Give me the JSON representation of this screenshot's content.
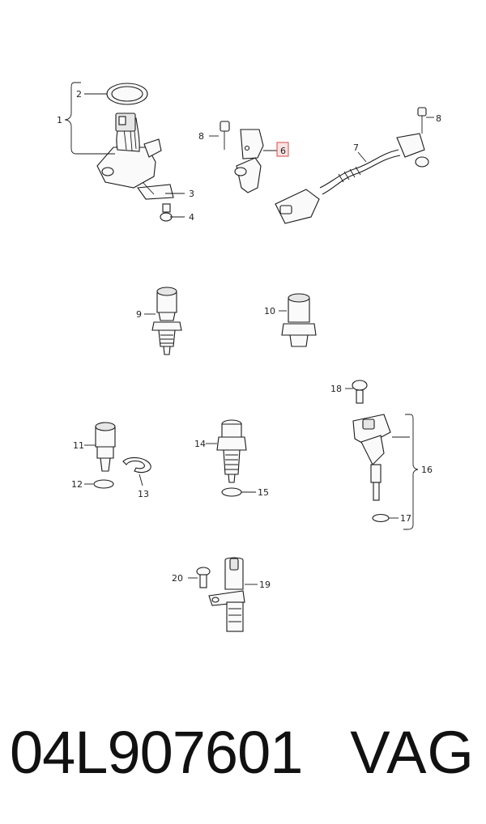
{
  "callouts": {
    "c1": "1",
    "c2": "2",
    "c3": "3",
    "c4": "4",
    "c5": "6",
    "c6": "7",
    "c7": "8",
    "c8": "8",
    "c9": "9",
    "c10": "10",
    "c11": "11",
    "c12": "12",
    "c13": "13",
    "c14": "14",
    "c15": "15",
    "c16": "16",
    "c17": "17",
    "c18": "18",
    "c19": "19",
    "c20": "20"
  },
  "highlight_color": "#d84a4a",
  "footer": {
    "part_number": "04L907601",
    "brand": "VAG"
  }
}
